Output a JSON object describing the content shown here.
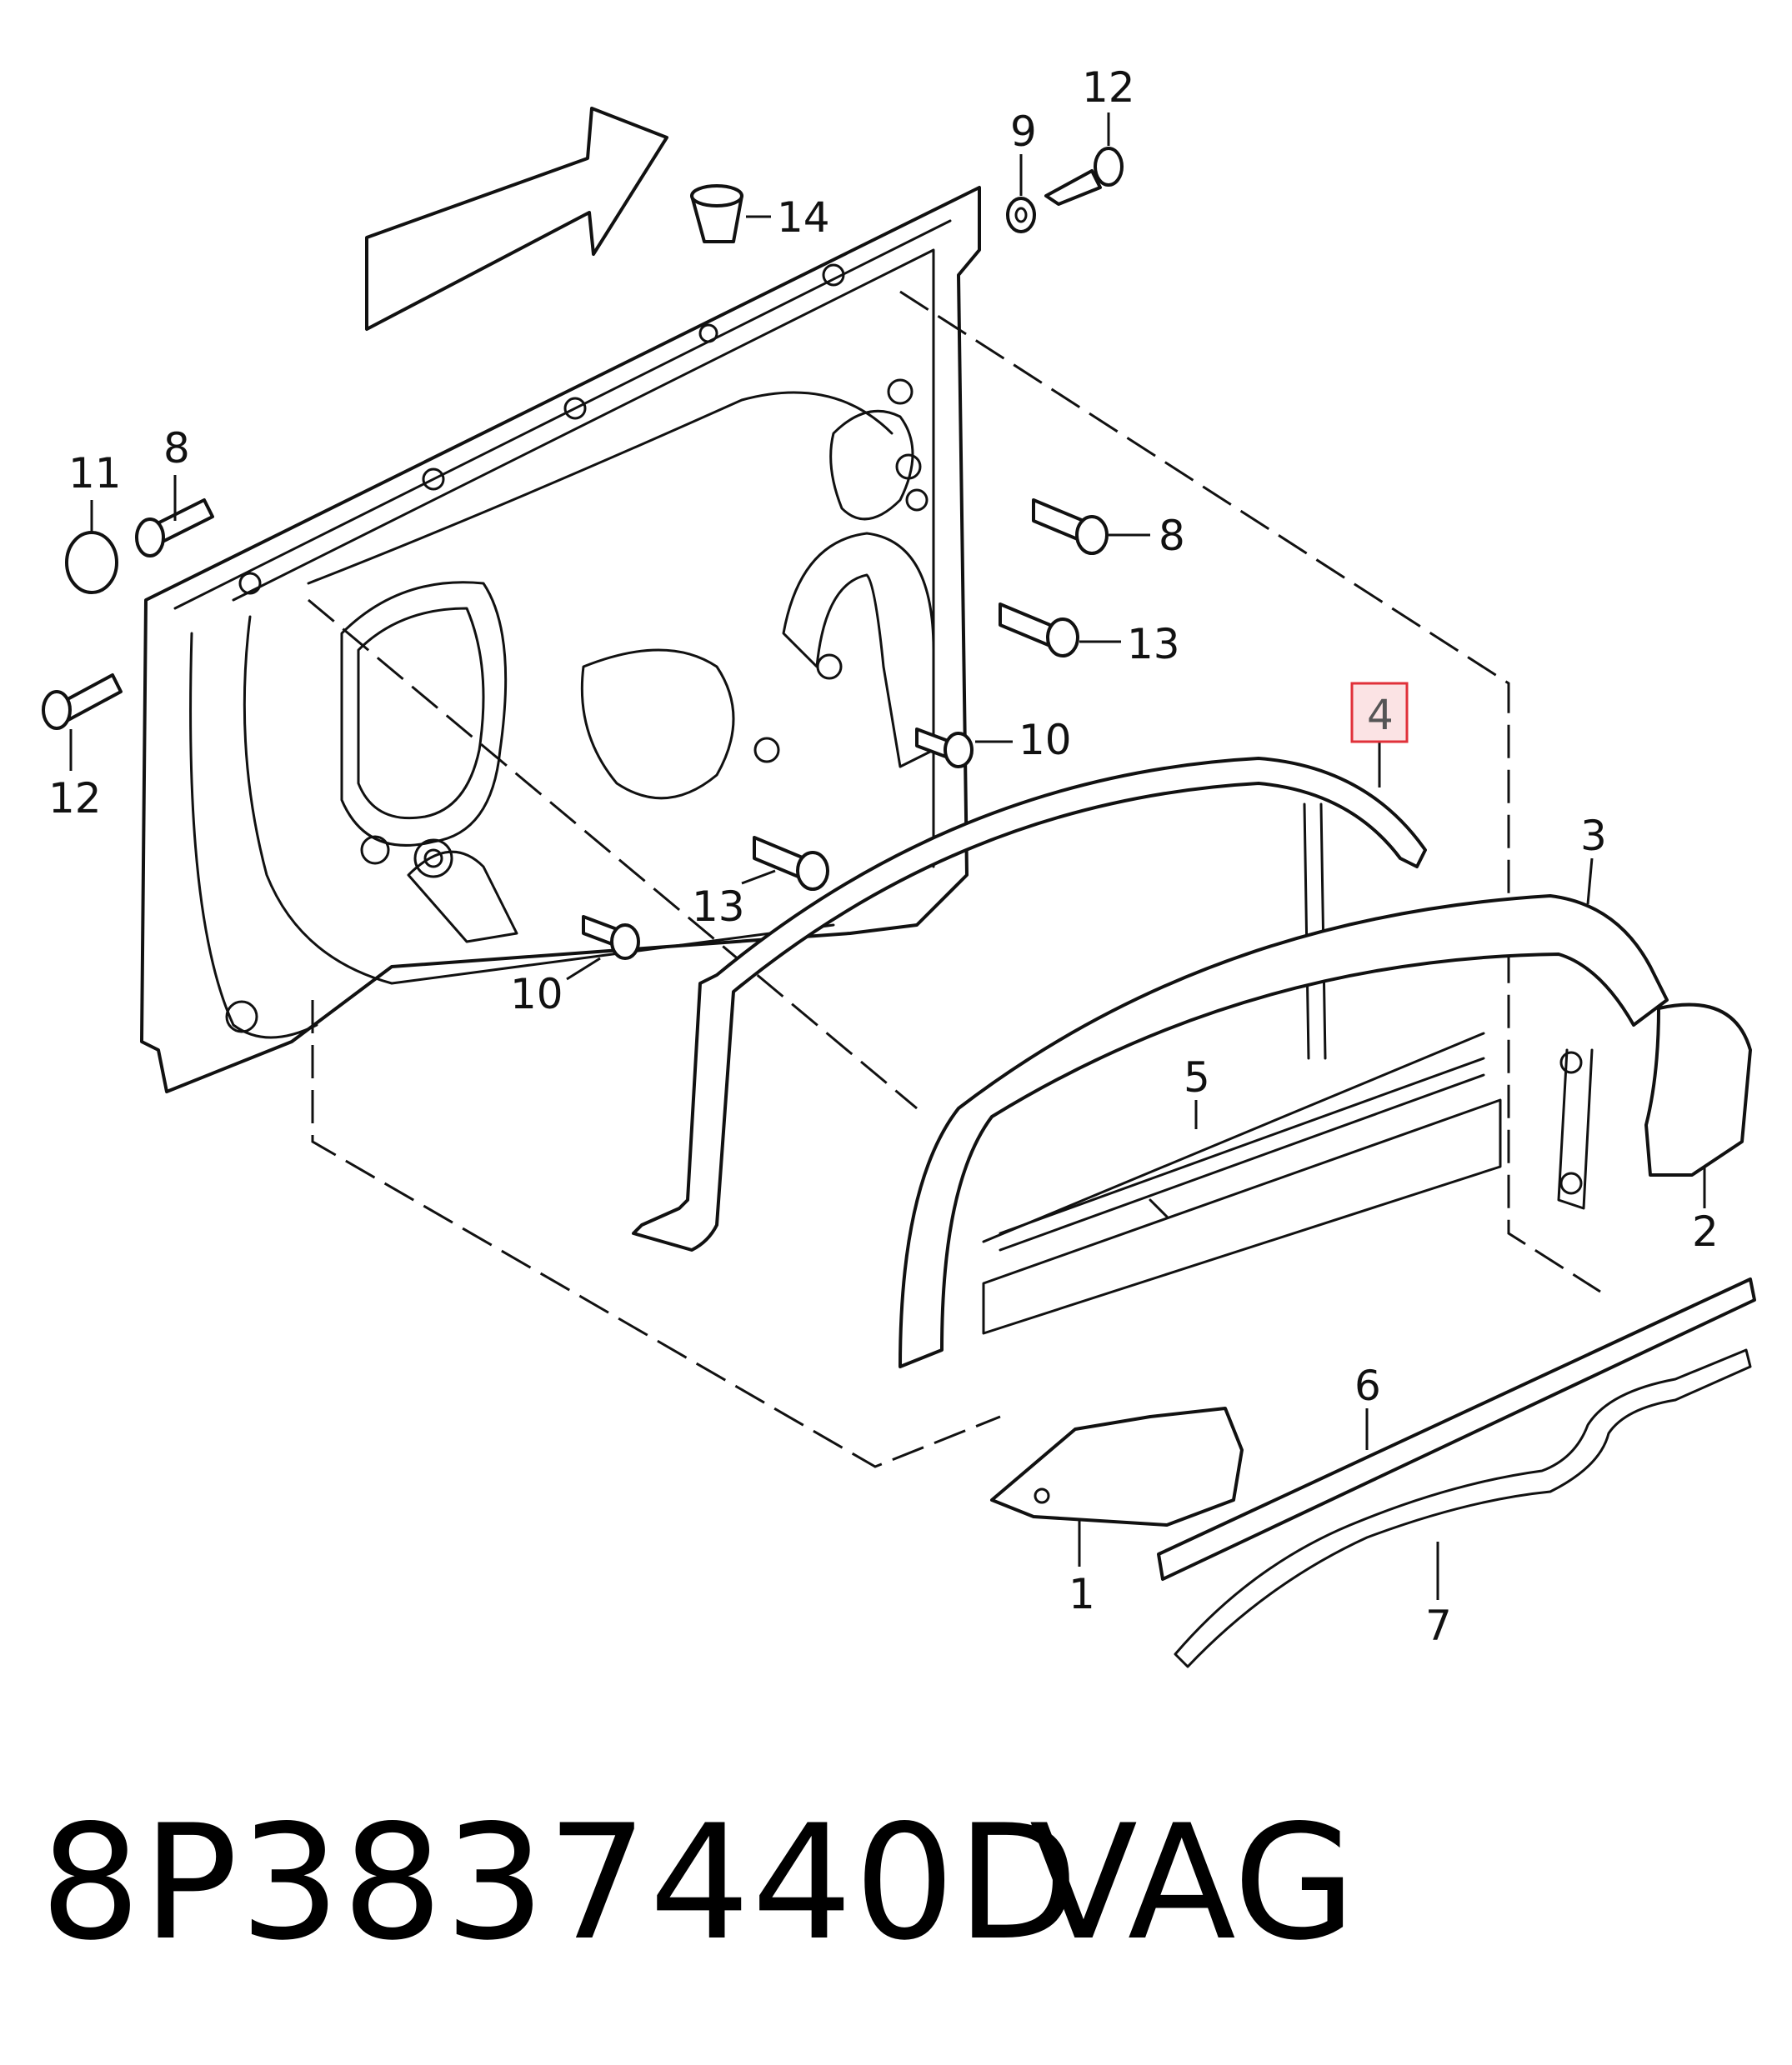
{
  "callouts": {
    "c1": "1",
    "c2": "2",
    "c3": "3",
    "c4": "4",
    "c5": "5",
    "c6": "6",
    "c7": "7",
    "c8a": "8",
    "c8b": "8",
    "c9": "9",
    "c10a": "10",
    "c10b": "10",
    "c11": "11",
    "c12a": "12",
    "c12b": "12",
    "c13a": "13",
    "c13b": "13",
    "c14": "14"
  },
  "highlighted_callout": "4",
  "colors": {
    "highlight_border": "#e0313a",
    "highlight_fill": "#fbe3e4",
    "line": "#111111"
  },
  "caption": {
    "part_number": "8P3837440D",
    "brand": "VAG"
  }
}
